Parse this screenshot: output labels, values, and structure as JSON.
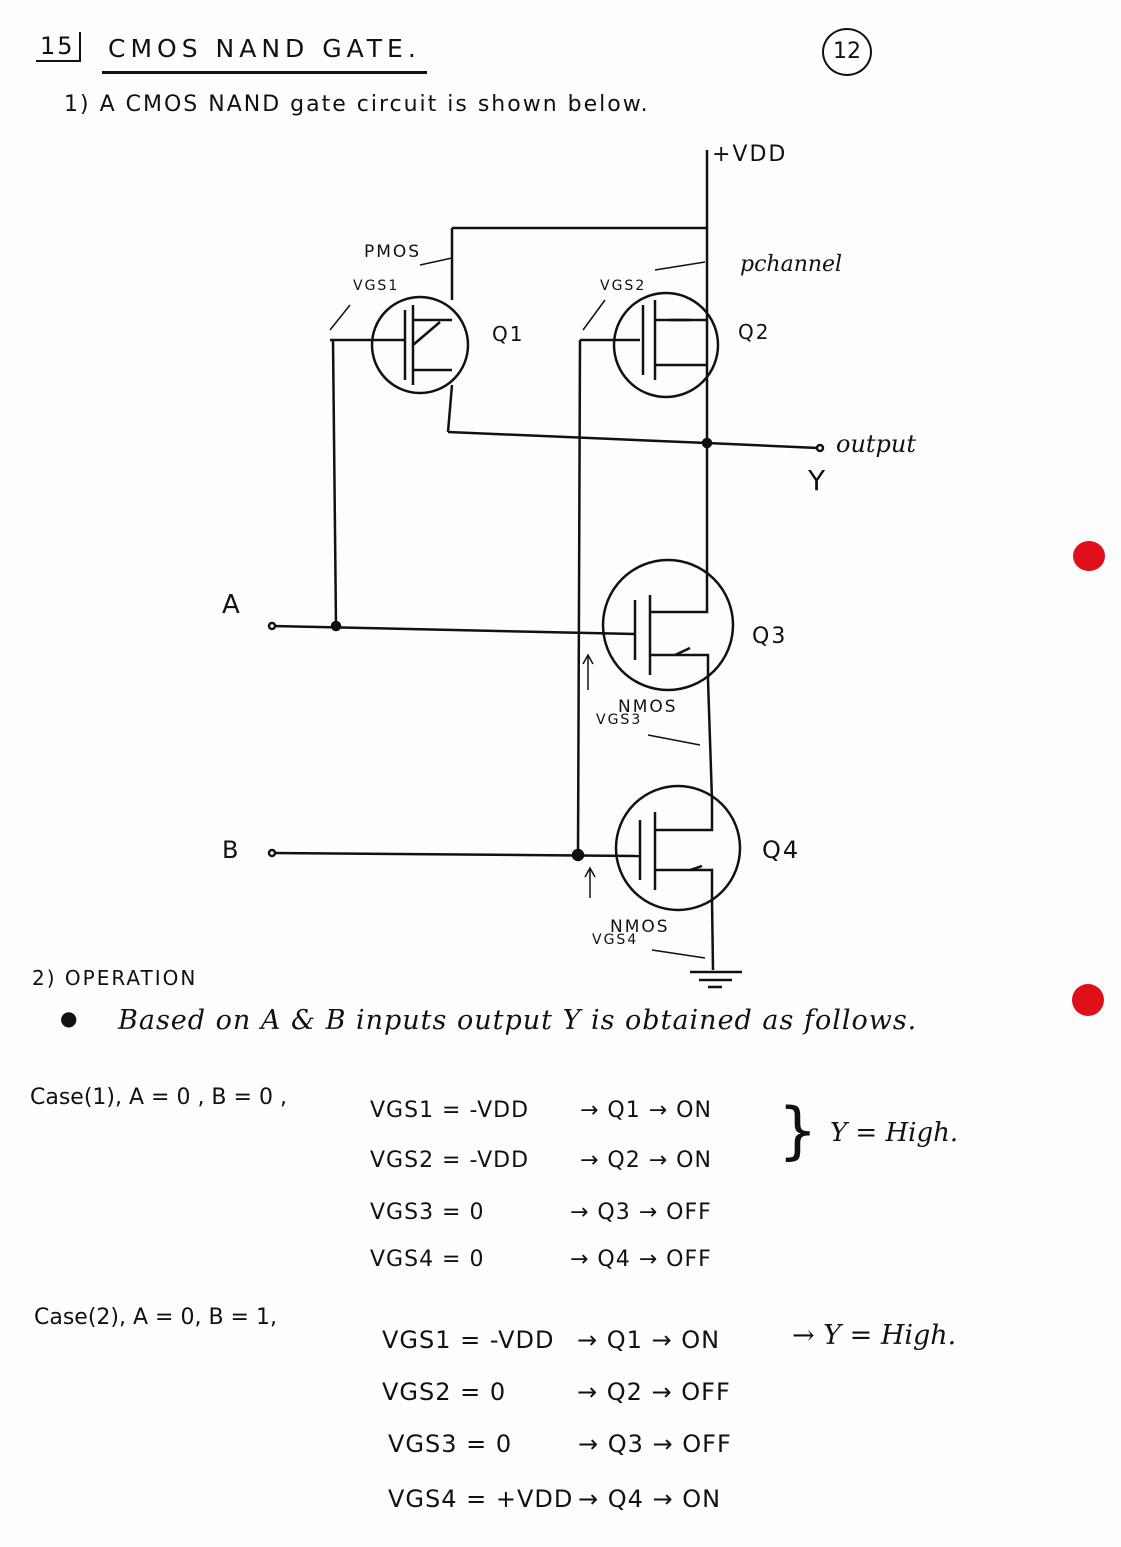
{
  "header": {
    "section_number": "15",
    "title": "CMOS NAND GATE.",
    "page_number": "12"
  },
  "intro": "1) A CMOS NAND gate circuit is shown below.",
  "circuit": {
    "vdd": "+VDD",
    "pmos_label": "PMOS",
    "vgs1": "VGS1",
    "vgs2": "VGS2",
    "pchannel_label": "pchannel",
    "q1": "Q1",
    "q2": "Q2",
    "q3": "Q3",
    "q4": "Q4",
    "output_label": "output",
    "y_label": "Y",
    "input_a": "A",
    "input_b": "B",
    "nmos3": "NMOS",
    "vgs3": "VGS3",
    "nmos4": "NMOS",
    "vgs4": "VGS4"
  },
  "operation": {
    "heading": "2) OPERATION",
    "bullet": "Based on A & B inputs output Y is obtained as follows.",
    "cases": [
      {
        "label": "Case(1), A = 0 , B = 0 ,",
        "rows": [
          {
            "eq": "VGS1 = -VDD",
            "result": "→ Q1 → ON"
          },
          {
            "eq": "VGS2 = -VDD",
            "result": "→ Q2 → ON"
          },
          {
            "eq": "VGS3 = 0",
            "result": "→ Q3 → OFF"
          },
          {
            "eq": "VGS4 = 0",
            "result": "→ Q4 → OFF"
          }
        ],
        "output": "Y = High."
      },
      {
        "label": "Case(2), A = 0, B = 1,",
        "rows": [
          {
            "eq": "VGS1 = -VDD",
            "result": "→ Q1 → ON"
          },
          {
            "eq": "VGS2 = 0",
            "result": "→ Q2 → OFF"
          },
          {
            "eq": "VGS3 = 0",
            "result": "→ Q3 → OFF"
          },
          {
            "eq": "VGS4 = +VDD",
            "result": "→ Q4 → ON"
          }
        ],
        "output": "→ Y = High."
      }
    ]
  },
  "colors": {
    "ink": "#111111",
    "hole_punch": "#e0101a"
  }
}
